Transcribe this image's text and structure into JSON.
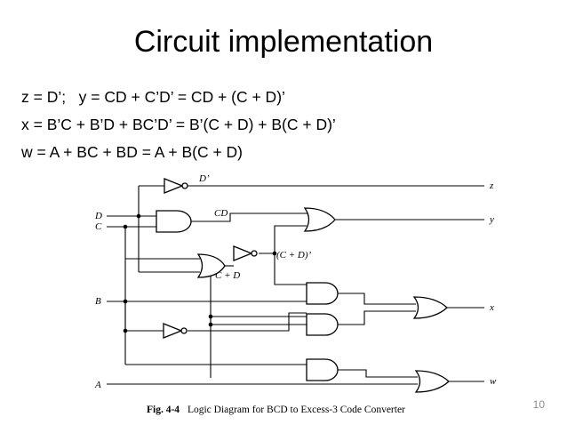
{
  "slide": {
    "title": "Circuit implementation",
    "equations": [
      "z = D’;   y = CD + C’D’ = CD + (C + D)’",
      "x = B’C + B’D + BC’D’ = B’(C + D) + B(C + D)’",
      "w = A + BC + BD = A + B(C + D)"
    ],
    "slide_number": "10"
  },
  "diagram": {
    "inputs": {
      "d": "D",
      "c": "C",
      "b": "B",
      "a": "A"
    },
    "outputs": {
      "z": "z",
      "y": "y",
      "x": "x",
      "w": "w"
    },
    "internal_labels": {
      "d_not": "D’",
      "cd": "CD",
      "c_or_d_not": "(C + D)’",
      "c_or_d": "C + D"
    },
    "caption_prefix": "Fig. 4-4",
    "caption_text": "Logic Diagram for BCD to Excess-3 Code Converter"
  }
}
